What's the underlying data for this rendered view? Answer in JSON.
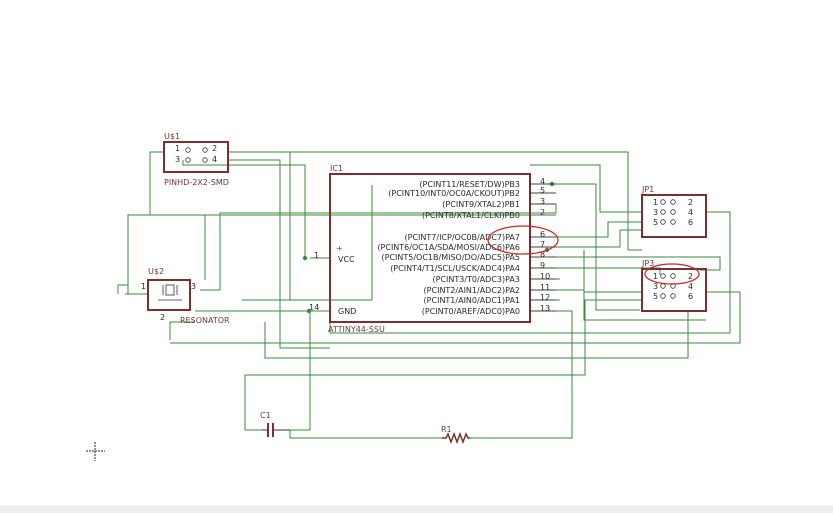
{
  "theme": {
    "part_color": "#7a3030",
    "wire_color": "#3d8a3d",
    "mark_color": "#cc2222",
    "background": "#ffffff"
  },
  "parts": {
    "u1": {
      "ref": "U$1",
      "name": "PINHD-2X2-SMD",
      "pins": [
        "1",
        "2",
        "3",
        "4"
      ]
    },
    "u2": {
      "ref": "U$2",
      "name": "RESONATOR",
      "pins": [
        "1",
        "2",
        "3"
      ]
    },
    "ic1": {
      "ref": "IC1",
      "name": "ATTINY44-SSU",
      "vcc": "VCC",
      "gnd": "GND",
      "vcc_pin": "1",
      "gnd_pin": "14",
      "plus": "+",
      "right_pins": [
        {
          "num": "4",
          "label": "(PCINT11/RESET/DW)PB3"
        },
        {
          "num": "5",
          "label": "(PCINT10/INT0/OC0A/CKOUT)PB2"
        },
        {
          "num": "3",
          "label": "(PCINT9/XTAL2)PB1"
        },
        {
          "num": "2",
          "label": "(PCINT8/XTAL1/CLKI)PB0"
        },
        {
          "num": "6",
          "label": "(PCINT7/ICP/OC0B/ADC7)PA7"
        },
        {
          "num": "7",
          "label": "(PCINT6/OC1A/SDA/MOSI/ADC6)PA6"
        },
        {
          "num": "8",
          "label": "(PCINT5/OC1B/MISO/DO/ADC5)PA5"
        },
        {
          "num": "9",
          "label": "(PCINT4/T1/SCL/USCK/ADC4)PA4"
        },
        {
          "num": "10",
          "label": "(PCINT3/T0/ADC3)PA3"
        },
        {
          "num": "11",
          "label": "(PCINT2/AIN1/ADC2)PA2"
        },
        {
          "num": "12",
          "label": "(PCINT1/AIN0/ADC1)PA1"
        },
        {
          "num": "13",
          "label": "(PCINT0/AREF/ADC0)PA0"
        }
      ]
    },
    "jp1": {
      "ref": "JP1",
      "pins": [
        "1",
        "2",
        "3",
        "4",
        "5",
        "6"
      ]
    },
    "jp3": {
      "ref": "JP3",
      "pins": [
        "1",
        "2",
        "3",
        "4",
        "5",
        "6"
      ]
    },
    "c1": {
      "ref": "C1"
    },
    "r1": {
      "ref": "R1"
    }
  }
}
